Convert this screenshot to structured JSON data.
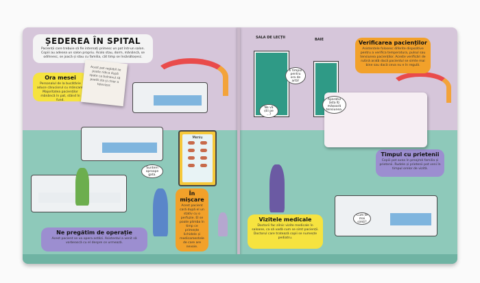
{
  "title": {
    "heading": "ȘEDEREA ÎN SPITAL",
    "text": "Pacienții care trebuie să fie internați primesc un pat într-un salon. Copiii au adesea un salon propriu. Acolo stau, dorm, mănâncă, se odihnesc, se joacă și stau cu familia, cât timp se însănătoșesc."
  },
  "boxes": {
    "meal": {
      "heading": "Ora mesei",
      "text": "Personalul de la bucătărie aduce căruciorul cu mâncare. Majoritatea pacienților mănâncă în pat, stând în fund."
    },
    "check": {
      "heading": "Verificarea pacienților",
      "text": "Asistentele folosesc diferite dispozitive pentru a verifica temperatura, pulsul sau tensiunea pacienților. Aceste verificări de rutină arată dacă pacientul se simte mai bine sau dacă ceva nu e în regulă."
    },
    "surgery": {
      "heading": "Ne pregătim de operație",
      "text": "Acest pacient se va opera astăzi. Asistentul a venit să vorbească cu el despre ce urmează."
    },
    "moving": {
      "heading": "În mișcare",
      "text": "Acest pacient cară după el un stativ cu o perfuzie. El se poate plimba în timp ce primește lichidele și medicamentele de care are nevoie."
    },
    "visits": {
      "heading": "Vizitele medicale",
      "text": "Doctorii fac zilnic vizite medicale în saloane, ca să vadă cum se simt pacienții. Doctorul care tratează copii se numește pediatru."
    },
    "friends": {
      "heading": "Timpul cu prietenii",
      "text": "Copiii pot avea în preajmă familia și prietenii. Rudele și prietenii pot veni în timpul orelor de vizită."
    }
  },
  "flap_text": "Acest pat reglabil se poate ridica după spate ca bolnavul să poată sta și chiar a televizor.",
  "signs": {
    "classroom": "SALA DE LECȚII",
    "bathroom": "BAIE"
  },
  "menu_label": "Meniu",
  "bubbles": {
    "art": "E timpul pentru ora de artă!",
    "ready": "Suntem aproape gata.",
    "pressure": "Aparatul ăsta îți măsoară tensiunea.",
    "question": "Ne vă știi pe ...?",
    "feel": "Cum te mai simți?"
  },
  "colors": {
    "lavender": "#d6c6da",
    "teal": "#8ec9ba",
    "yellow": "#f6e33f",
    "orange": "#f2a12a",
    "purple": "#9c8ed0"
  }
}
